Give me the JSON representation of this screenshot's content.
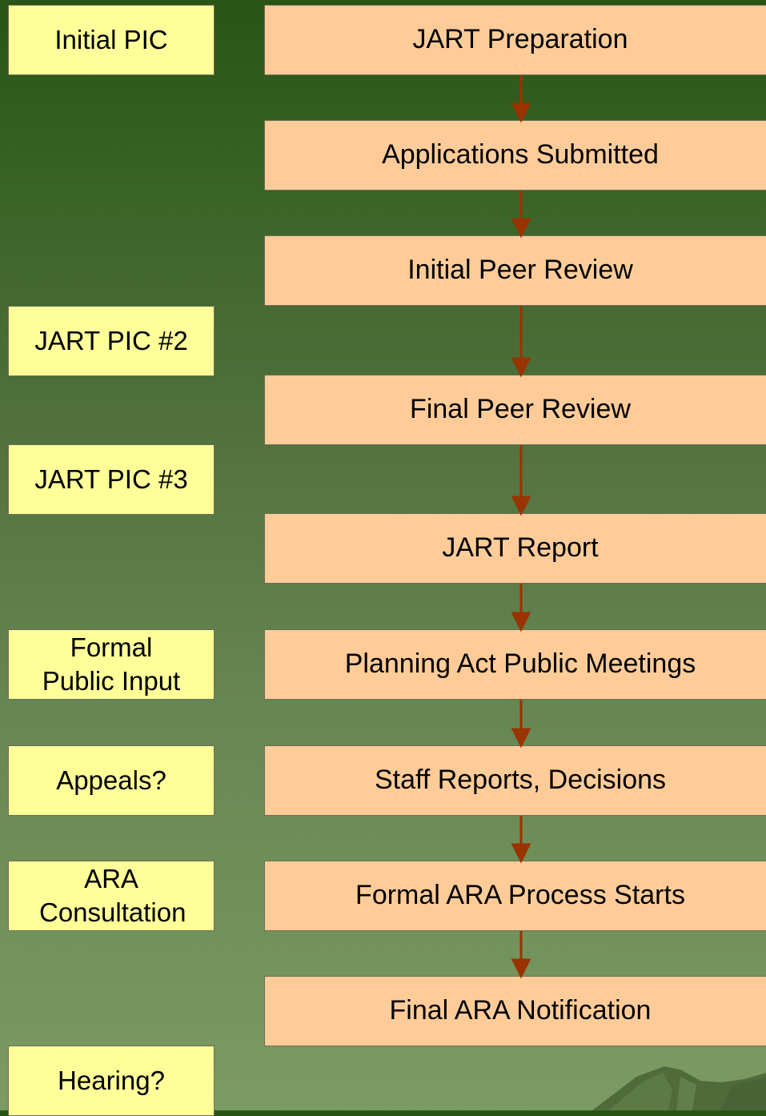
{
  "diagram": {
    "side_labels": [
      "Initial PIC",
      "JART PIC #2",
      "JART PIC #3",
      "Formal Public Input",
      "Appeals?",
      "ARA Consultation",
      "Hearing?"
    ],
    "steps": [
      "JART Preparation",
      "Applications Submitted",
      "Initial Peer Review",
      "Final Peer Review",
      "JART Report",
      "Planning Act Public Meetings",
      "Staff Reports, Decisions",
      "Formal ARA Process Starts",
      "Final ARA Notification"
    ]
  },
  "colors": {
    "step_fill": "#ffcc99",
    "side_fill": "#ffff99",
    "arrow": "#993300",
    "background_top": "#2a5416",
    "background_bottom": "#7a9b62"
  }
}
